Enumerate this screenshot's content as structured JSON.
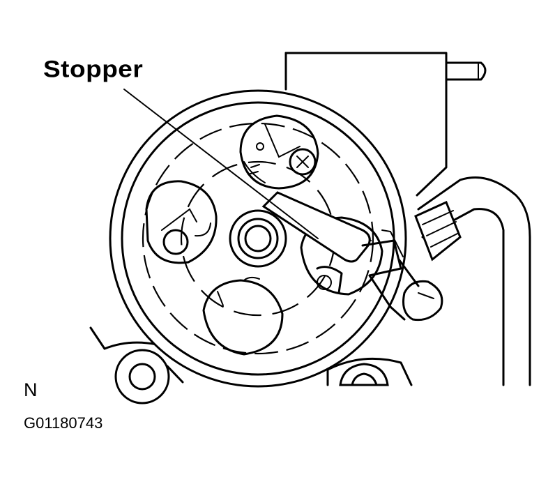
{
  "diagram": {
    "callout_label": "Stopper",
    "corner_letter": "N",
    "figure_code": "G01180743"
  },
  "colors": {
    "line": "#000000",
    "background": "#ffffff"
  }
}
